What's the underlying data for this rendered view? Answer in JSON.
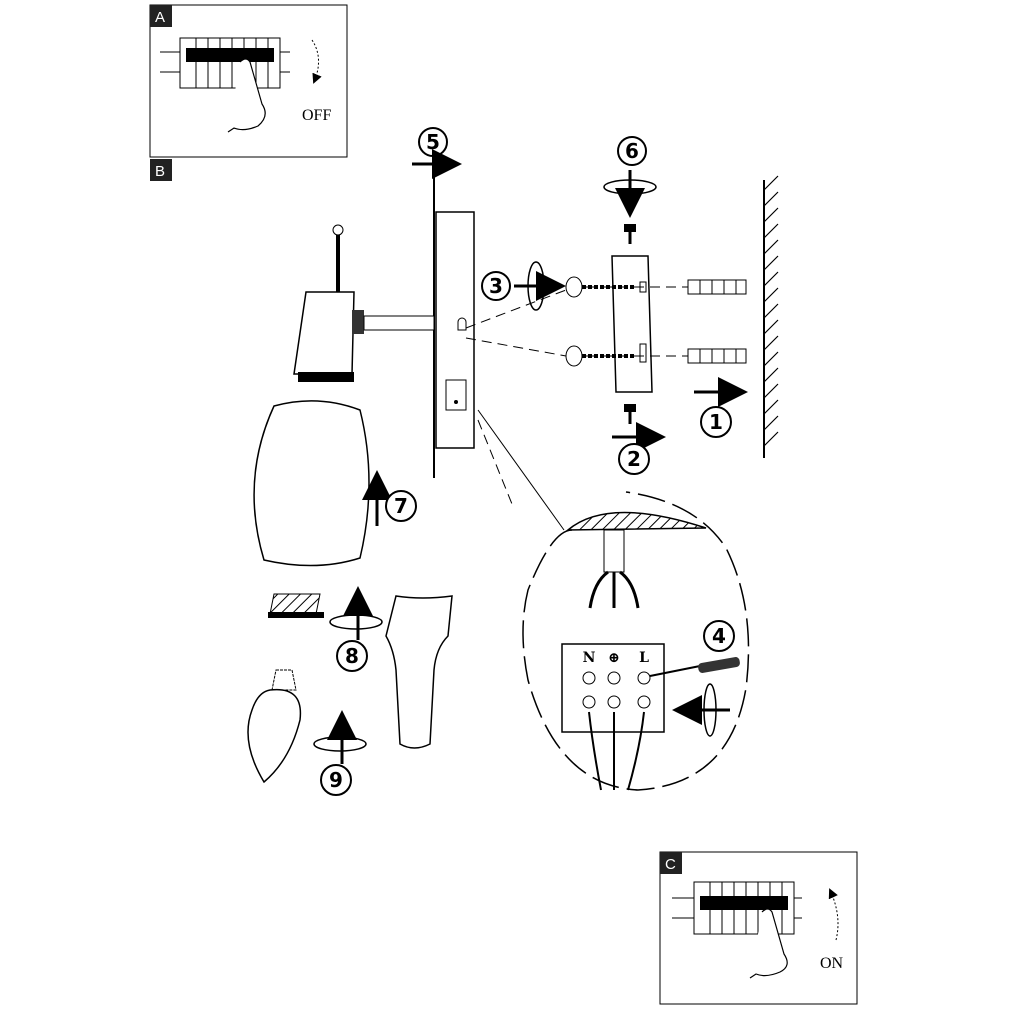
{
  "panels": [
    {
      "label": "A"
    },
    {
      "label": "B"
    },
    {
      "label": "C"
    }
  ],
  "switch_states": {
    "off": "OFF",
    "on": "ON"
  },
  "terminals": [
    "N",
    "⊕",
    "L"
  ],
  "steps": [
    {
      "number": "5"
    },
    {
      "number": "6"
    },
    {
      "number": "3"
    },
    {
      "number": "1"
    },
    {
      "number": "2"
    },
    {
      "number": "7"
    },
    {
      "number": "4"
    },
    {
      "number": "8"
    },
    {
      "number": "9"
    }
  ]
}
